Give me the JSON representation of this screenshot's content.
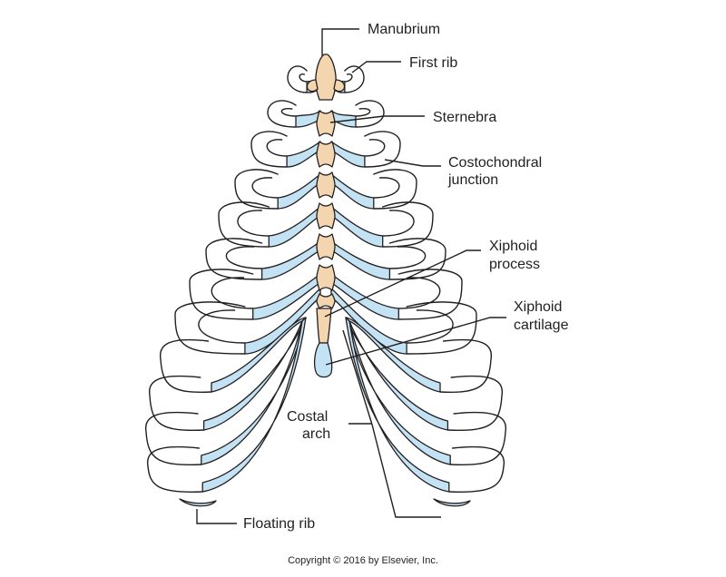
{
  "labels": {
    "manubrium": "Manubrium",
    "first_rib": "First rib",
    "sternebra": "Sternebra",
    "costochondral_1": "Costochondral",
    "costochondral_2": "junction",
    "xiphoid_process_1": "Xiphoid",
    "xiphoid_process_2": "process",
    "xiphoid_cartilage_1": "Xiphoid",
    "xiphoid_cartilage_2": "cartilage",
    "costal_arch_1": "Costal",
    "costal_arch_2": "arch",
    "floating_rib": "Floating rib"
  },
  "copyright": "Copyright © 2016 by Elsevier, Inc.",
  "colors": {
    "bone": "#f3d5b0",
    "cartilage": "#c3e3f4",
    "outline": "#231f20"
  }
}
